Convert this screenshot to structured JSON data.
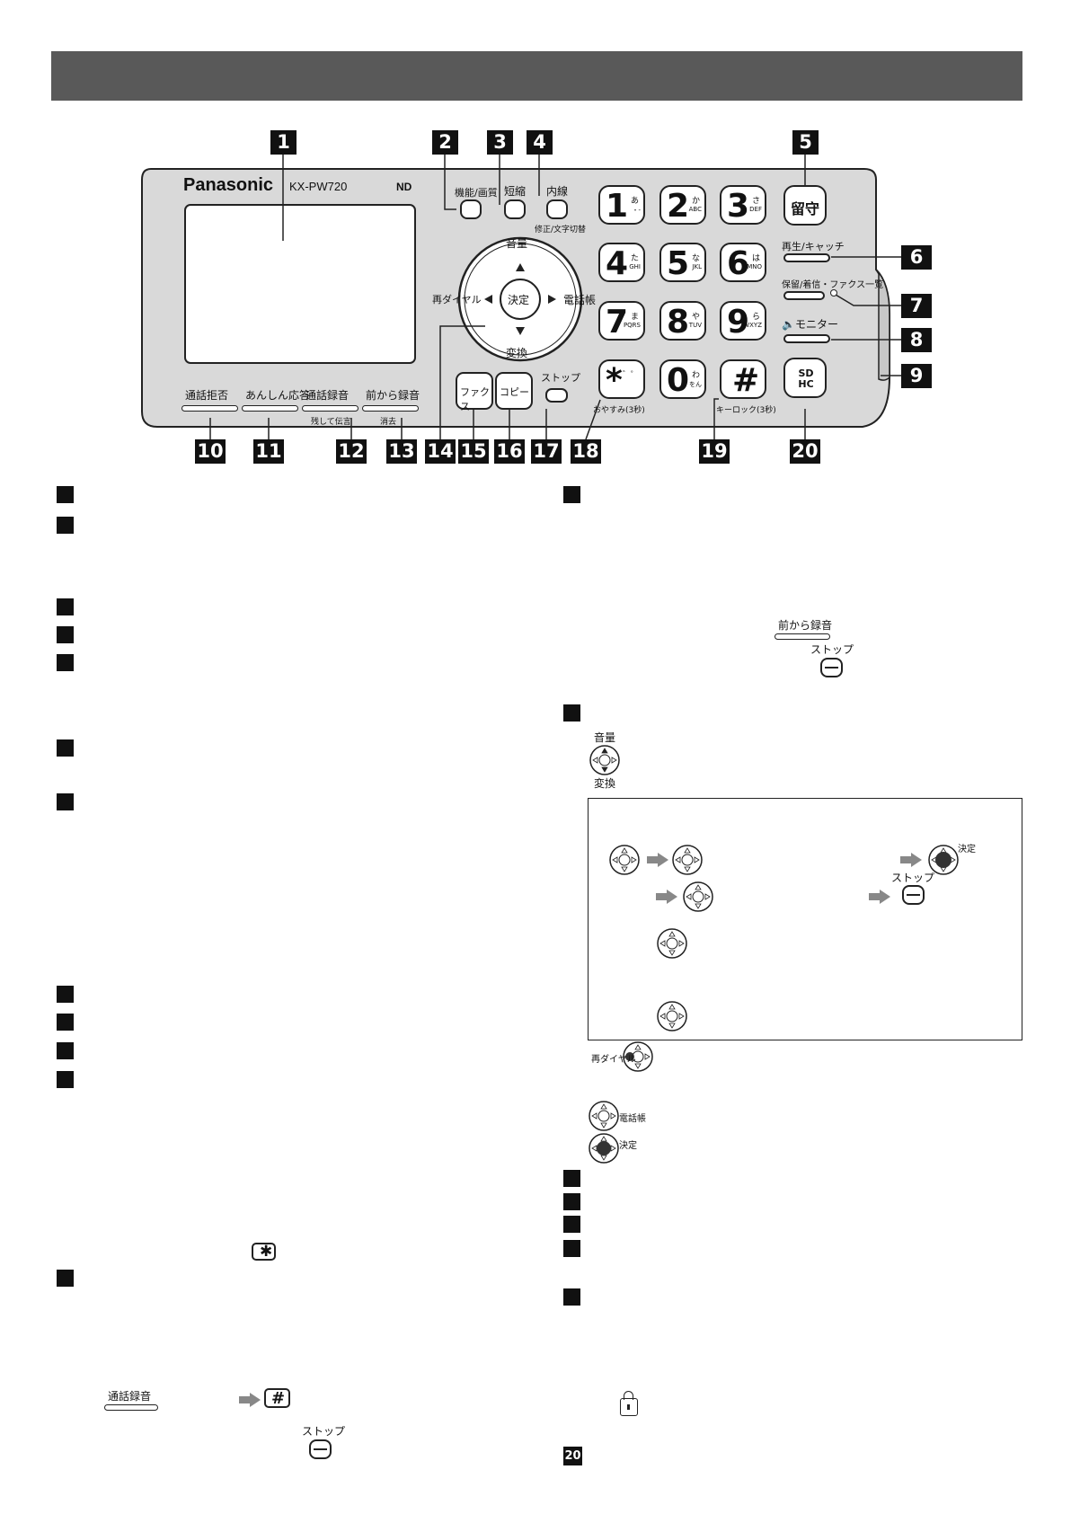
{
  "device": {
    "brand": "Panasonic",
    "model": "KX-PW720",
    "logo_mark": "ND"
  },
  "callouts": [
    "1",
    "2",
    "3",
    "4",
    "5",
    "6",
    "7",
    "8",
    "9",
    "10",
    "11",
    "12",
    "13",
    "14",
    "15",
    "16",
    "17",
    "18",
    "19",
    "20"
  ],
  "panel_labels": {
    "kinou": "機能/画質",
    "tanshuku": "短縮",
    "naisen": "内線",
    "shusei": "修正/文字切替",
    "rusu": "留守",
    "saisei": "再生/キャッチ",
    "horyu": "保留/着信・ファクス一覧",
    "monitor": "モニター",
    "onryo": "音量",
    "henkan": "変換",
    "saidial": "再ダイヤル",
    "denwacho": "電話帳",
    "kettei": "決定",
    "fax": "ファクス",
    "copy": "コピー",
    "stop": "ストップ",
    "oyasumi": "おやすみ(3秒)",
    "keylock": "キーロック(3秒)",
    "sd": "SD HC"
  },
  "bottom_buttons": [
    {
      "label": "通話拒否",
      "sub": ""
    },
    {
      "label": "あんしん応答",
      "sub": ""
    },
    {
      "label": "通話録音",
      "sub": "残して伝言"
    },
    {
      "label": "前から録音",
      "sub": "消去"
    }
  ],
  "keypad": [
    {
      "num": "1",
      "kana": "あ",
      "alpha": "・-"
    },
    {
      "num": "2",
      "kana": "か",
      "alpha": "ABC"
    },
    {
      "num": "3",
      "kana": "さ",
      "alpha": "DEF"
    },
    {
      "num": "4",
      "kana": "た",
      "alpha": "GHI"
    },
    {
      "num": "5",
      "kana": "な",
      "alpha": "JKL"
    },
    {
      "num": "6",
      "kana": "は",
      "alpha": "MNO"
    },
    {
      "num": "7",
      "kana": "ま",
      "alpha": "PQRS"
    },
    {
      "num": "8",
      "kana": "や",
      "alpha": "TUV"
    },
    {
      "num": "9",
      "kana": "ら",
      "alpha": "WXYZ"
    },
    {
      "num": "*",
      "kana": "゛゜",
      "alpha": ""
    },
    {
      "num": "0",
      "kana": "わ",
      "alpha": "をん"
    },
    {
      "num": "#",
      "kana": "",
      "alpha": ""
    }
  ],
  "desc_snippets": {
    "maekara": "前から録音",
    "stop": "ストップ",
    "onryo": "音量",
    "henkan": "変換",
    "kettei": "決定",
    "saidial": "再ダイヤル",
    "denwacho": "電話帳",
    "tsuwarokuon": "通話録音",
    "item20": "20"
  },
  "colors": {
    "panel": "#d9d9d9",
    "title_bar": "#595959",
    "callout": "#111111",
    "arrow": "#888888"
  }
}
